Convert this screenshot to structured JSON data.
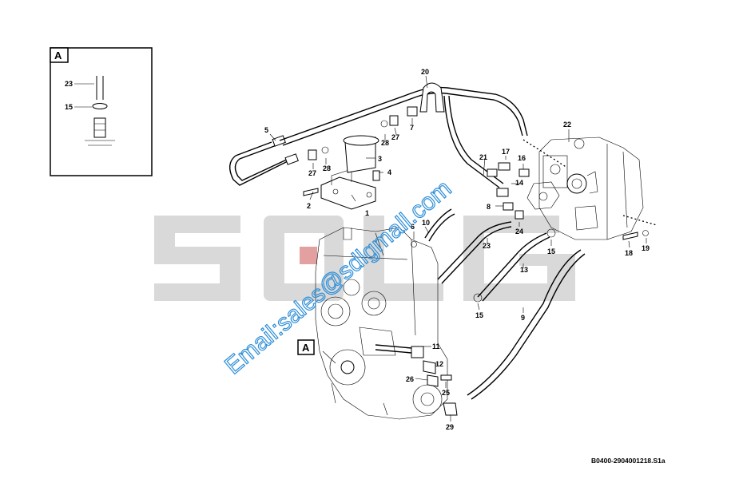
{
  "detail_box": {
    "letter": "A",
    "labels": [
      "23",
      "15"
    ]
  },
  "callout_A": "A",
  "part_numbers": [
    "1",
    "2",
    "3",
    "4",
    "5",
    "6",
    "7",
    "8",
    "9",
    "10",
    "11",
    "12",
    "13",
    "14",
    "15",
    "15",
    "16",
    "17",
    "18",
    "19",
    "20",
    "21",
    "22",
    "23",
    "24",
    "25",
    "26",
    "27",
    "27",
    "28",
    "28",
    "29"
  ],
  "watermark": {
    "logo_text": "SDLG",
    "email": "Email:sales@sdlgmall.com"
  },
  "drawing_code": "B0400-2904001218.S1a"
}
